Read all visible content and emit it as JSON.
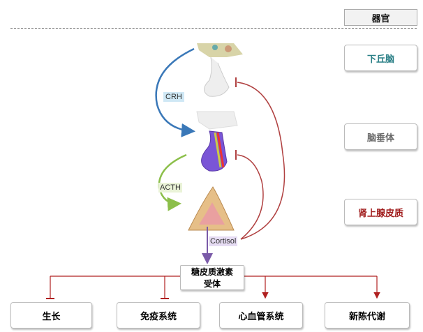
{
  "header": {
    "title": "器官"
  },
  "organs": [
    {
      "label": "下丘脑",
      "color": "#2a7f86"
    },
    {
      "label": "脑垂体",
      "color": "#666666"
    },
    {
      "label": "肾上腺皮质",
      "color": "#a01c1c"
    }
  ],
  "hormones": {
    "crh": "CRH",
    "acth": "ACTH",
    "cortisol": "Cortisol"
  },
  "receptor": {
    "line1": "糖皮质激素",
    "line2": "受体"
  },
  "effects": [
    {
      "label": "生长",
      "type": "inhibit"
    },
    {
      "label": "免疫系统",
      "type": "inhibit"
    },
    {
      "label": "心血管系统",
      "type": "stimulate"
    },
    {
      "label": "新陈代谢",
      "type": "stimulate"
    }
  ]
}
